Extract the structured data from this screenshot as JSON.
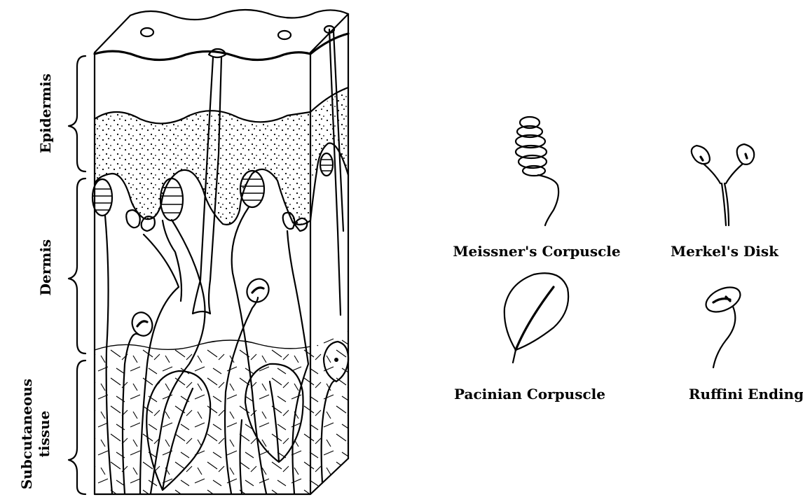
{
  "layers": {
    "epidermis": "Epidermis",
    "dermis": "Dermis",
    "subcutaneous_line1": "Subcutaneous",
    "subcutaneous_line2": "tissue"
  },
  "receptors": {
    "meissner": "Meissner's Corpuscle",
    "merkel": "Merkel's Disk",
    "pacinian": "Pacinian Corpuscle",
    "ruffini": "Ruffini Ending"
  }
}
